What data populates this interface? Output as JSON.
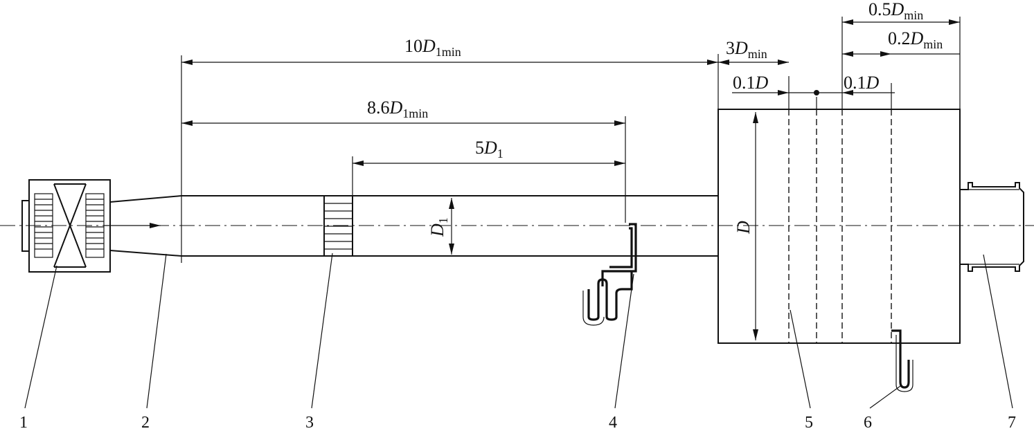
{
  "dimensions": {
    "d10": {
      "num": "10",
      "var": "D",
      "sub": "1min"
    },
    "d86": {
      "num": "8.6",
      "var": "D",
      "sub": "1min"
    },
    "d5": {
      "num": "5",
      "var": "D",
      "sub": "1"
    },
    "d3": {
      "num": "3",
      "var": "D",
      "sub": "min"
    },
    "d05": {
      "num": "0.5",
      "var": "D",
      "sub": "min"
    },
    "d02": {
      "num": "0.2",
      "var": "D",
      "sub": "min"
    },
    "d01a": {
      "num": "0.1",
      "var": "D"
    },
    "d01b": {
      "num": "0.1",
      "var": "D"
    },
    "pipe": {
      "var": "D",
      "sub": "1"
    },
    "chamber": {
      "var": "D"
    }
  },
  "parts": [
    "1",
    "2",
    "3",
    "4",
    "5",
    "6",
    "7"
  ]
}
